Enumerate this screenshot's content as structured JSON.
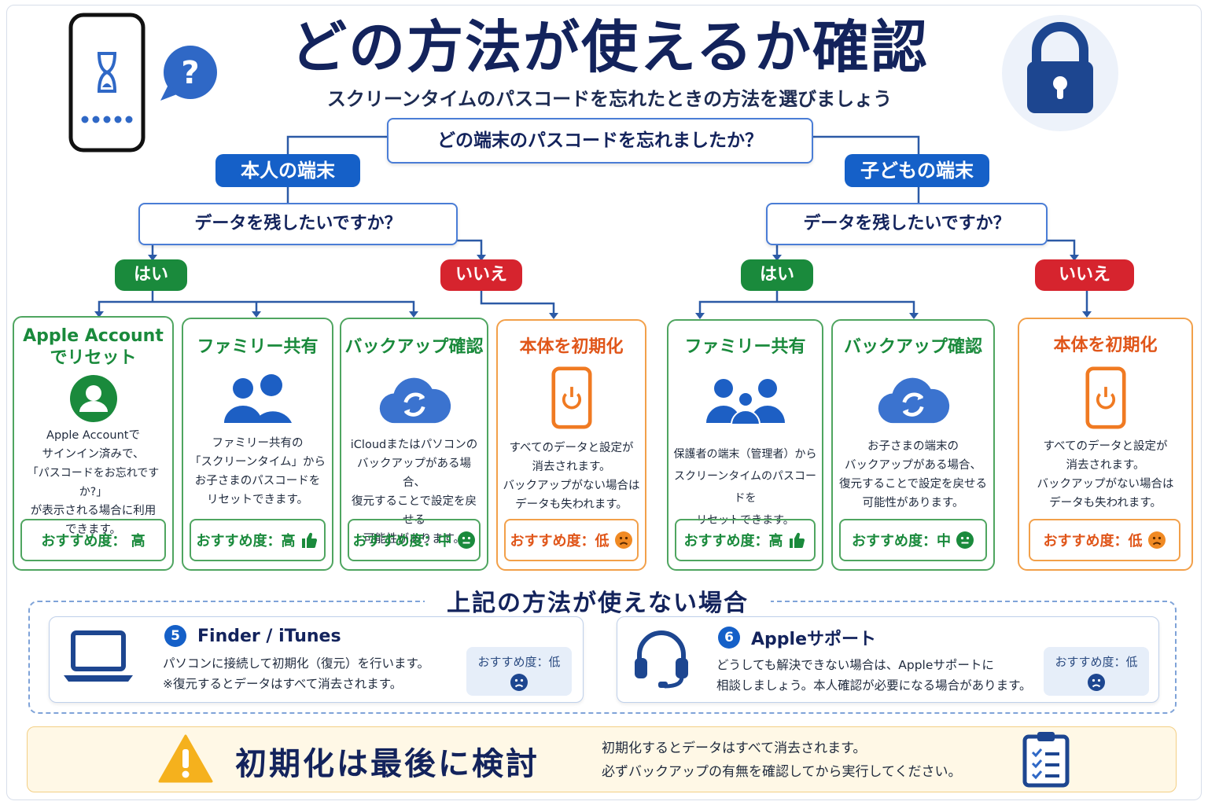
{
  "header": {
    "title": "どの方法が使えるか確認",
    "subtitle": "スクリーンタイムのパスコードを忘れたときの方法を選びましょう"
  },
  "root_question": "どの端末のパスコードを忘れましたか？",
  "branches": {
    "self": {
      "label": "本人の端末",
      "question": "データを残したいですか？",
      "yes_label": "はい",
      "no_label": "いいえ"
    },
    "child": {
      "label": "子どもの端末",
      "question": "データを残したいですか？",
      "yes_label": "はい",
      "no_label": "いいえ"
    }
  },
  "cards": [
    {
      "title_lines": [
        "Apple Account",
        "でリセット"
      ],
      "desc_lines": [
        "Apple Accountで",
        "サインイン済みで、",
        "「パスコードをお忘れですか?」",
        "が表示される場合に利用",
        "できます。"
      ],
      "recommendation": "おすすめ度：  高",
      "icon": "person-icon",
      "rating_icon": ""
    },
    {
      "title_lines": [
        "ファミリー共有"
      ],
      "desc_lines": [
        "ファミリー共有の",
        "「スクリーンタイム」から",
        "お子さまのパスコードを",
        "リセットできます。"
      ],
      "recommendation": "おすすめ度：高",
      "icon": "family-icon",
      "rating_icon": "thumbs-up-icon"
    },
    {
      "title_lines": [
        "バックアップ確認"
      ],
      "desc_lines": [
        "iCloudまたはパソコンの",
        "バックアップがある場合、",
        "復元することで設定を戻せる",
        "可能性があります。"
      ],
      "recommendation": "おすすめ度：中",
      "icon": "cloud-sync-icon",
      "rating_icon": "neutral-face-icon"
    },
    {
      "title_lines": [
        "本体を初期化"
      ],
      "desc_lines": [
        "すべてのデータと設定が",
        "消去されます。",
        "バックアップがない場合は",
        "データも失われます。"
      ],
      "recommendation": "おすすめ度：低",
      "icon": "phone-reset-icon",
      "rating_icon": "sad-face-icon"
    },
    {
      "title_lines": [
        "ファミリー共有"
      ],
      "desc_lines": [
        "保護者の端末（管理者）から",
        "スクリーンタイムのパスコードを",
        "リセットできます。"
      ],
      "recommendation": "おすすめ度：高",
      "icon": "family-three-icon",
      "rating_icon": "thumbs-up-icon"
    },
    {
      "title_lines": [
        "バックアップ確認"
      ],
      "desc_lines": [
        "お子さまの端末の",
        "バックアップがある場合、",
        "復元することで設定を戻せる",
        "可能性があります。"
      ],
      "recommendation": "おすすめ度：中",
      "icon": "cloud-sync-icon",
      "rating_icon": "neutral-face-icon"
    },
    {
      "title_lines": [
        "本体を初期化"
      ],
      "desc_lines": [
        "すべてのデータと設定が",
        "消去されます。",
        "バックアップがない場合は",
        "データも失われます。"
      ],
      "recommendation": "おすすめ度：低",
      "icon": "phone-reset-icon",
      "rating_icon": "sad-face-icon"
    }
  ],
  "fallback": {
    "title": "上記の方法が使えない場合",
    "items": [
      {
        "number": "5",
        "title": "Finder / iTunes",
        "desc_lines": [
          "パソコンに接続して初期化（復元）を行います。",
          "※復元するとデータはすべて消去されます。"
        ],
        "recommendation": "おすすめ度：低",
        "icon": "laptop-icon"
      },
      {
        "number": "6",
        "title": "Appleサポート",
        "desc_lines": [
          "どうしても解決できない場合は、Appleサポートに",
          "相談しましょう。本人確認が必要になる場合があります。"
        ],
        "recommendation": "おすすめ度：低",
        "icon": "headset-icon"
      }
    ]
  },
  "warning": {
    "title": "初期化は最後に検討",
    "desc_lines": [
      "初期化するとデータはすべて消去されます。",
      "必ずバックアップの有無を確認してから実行してください。"
    ]
  },
  "colors": {
    "navy": "#13235c",
    "blue": "#1560c8",
    "green": "#1a8a3c",
    "red": "#d6242e",
    "orange": "#e0561a"
  }
}
